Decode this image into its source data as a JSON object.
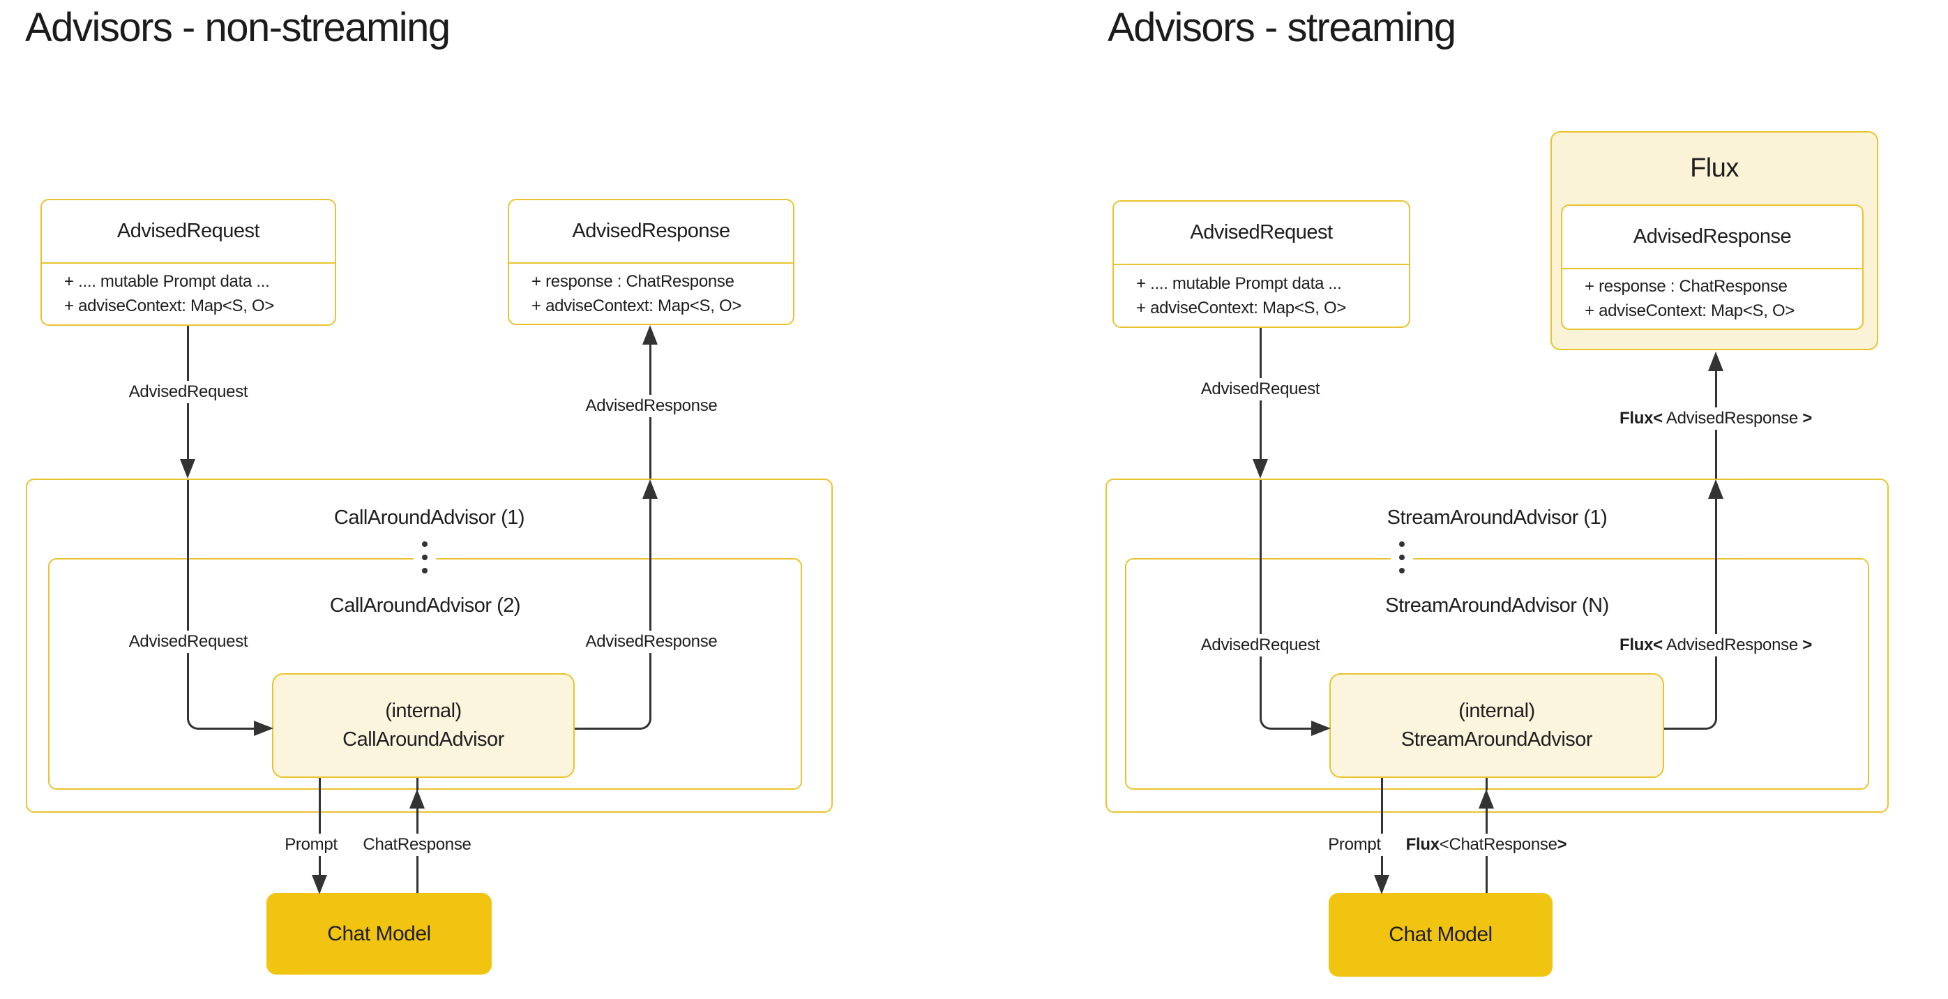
{
  "colors": {
    "accent_gold_border": "#E9C32F",
    "chat_model_fill": "#F2C412",
    "internal_node_fill": "#FCF5DE",
    "flux_wrapper_fill": "#FBF3D7",
    "edge_color": "#333333",
    "text_color": "#1E1E1E",
    "class_box_fill": "#FFFFFF"
  },
  "left": {
    "title": "Advisors - non-streaming",
    "request_box": {
      "title": "AdvisedRequest",
      "fields": [
        "+ .... mutable Prompt data ...",
        "+ adviseContext: Map<S, O>"
      ]
    },
    "response_box": {
      "title": "AdvisedResponse",
      "fields": [
        "+ response : ChatResponse",
        "+ adviseContext: Map<S, O>"
      ]
    },
    "outer_group_label": "CallAroundAdvisor (1)",
    "inner_group_label": "CallAroundAdvisor (2)",
    "internal_node": {
      "line1": "(internal)",
      "line2": "CallAroundAdvisor"
    },
    "chat_model_label": "Chat Model",
    "edges": {
      "request_label_top": "AdvisedRequest",
      "request_label_inner": "AdvisedRequest",
      "response_label_top": "AdvisedResponse",
      "response_label_inner": "AdvisedResponse",
      "prompt_label": "Prompt",
      "chat_response_label": "ChatResponse"
    }
  },
  "right": {
    "title": "Advisors - streaming",
    "request_box": {
      "title": "AdvisedRequest",
      "fields": [
        "+ .... mutable Prompt data ...",
        "+ adviseContext: Map<S, O>"
      ]
    },
    "flux_box": {
      "title": "Flux"
    },
    "response_box": {
      "title": "AdvisedResponse",
      "fields": [
        "+ response : ChatResponse",
        "+ adviseContext: Map<S, O>"
      ]
    },
    "outer_group_label": "StreamAroundAdvisor (1)",
    "inner_group_label": "StreamAroundAdvisor (N)",
    "internal_node": {
      "line1": "(internal)",
      "line2": "StreamAroundAdvisor"
    },
    "chat_model_label": "Chat Model",
    "edges": {
      "request_label_top": "AdvisedRequest",
      "request_label_inner": "AdvisedRequest",
      "response_label": {
        "bold": "Flux<",
        "mid": " AdvisedResponse ",
        "bold2": ">"
      },
      "prompt_label": "Prompt",
      "chat_response_label": {
        "bold": "Flux",
        "mid": "<ChatResponse",
        "bold2": ">"
      }
    }
  }
}
